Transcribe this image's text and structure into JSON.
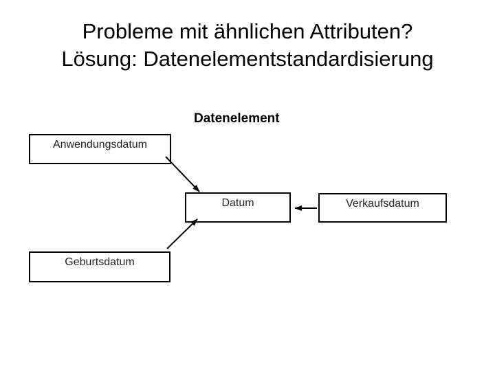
{
  "slide": {
    "title": {
      "line1": "Probleme mit ähnlichen Attributen?",
      "line2": "Lösung: Datenelementstandardisierung"
    },
    "diagram": {
      "heading": "Datenelement",
      "nodes": [
        {
          "id": "anwendungsdatum",
          "label": "Anwendungsdatum"
        },
        {
          "id": "datum",
          "label": "Datum"
        },
        {
          "id": "verkaufsdatum",
          "label": "Verkaufsdatum"
        },
        {
          "id": "geburtsdatum",
          "label": "Geburtsdatum"
        }
      ],
      "edges": [
        {
          "from": "anwendungsdatum",
          "to": "datum"
        },
        {
          "from": "verkaufsdatum",
          "to": "datum"
        },
        {
          "from": "geburtsdatum",
          "to": "datum"
        }
      ]
    },
    "colors": {
      "background": "#ffffff",
      "line": "#000000",
      "box_border": "#000000",
      "box_fill": "#ffffff",
      "title_text": "#000000",
      "label_text": "#1f1f1f"
    }
  }
}
